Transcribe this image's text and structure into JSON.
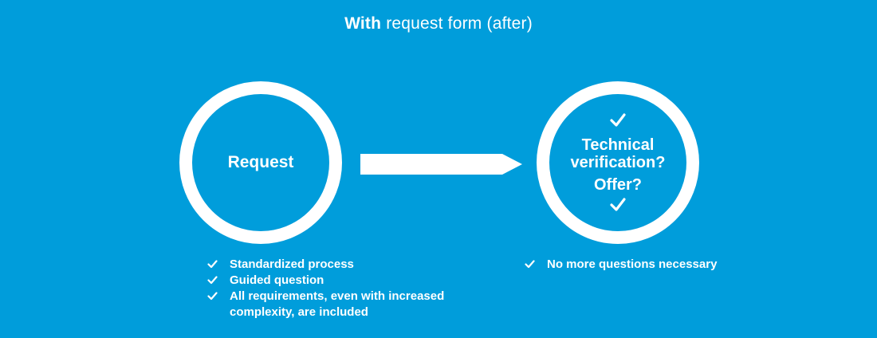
{
  "header": {
    "title_bold": "With",
    "title_rest": "request form (after)"
  },
  "left": {
    "circle_label": "Request",
    "items": [
      "Standardized process",
      "Guided question",
      "All requirements, even with increased complexity, are included"
    ]
  },
  "right": {
    "line1": "Technical",
    "line2": "verification?",
    "line3": "Offer?",
    "items": [
      "No more questions necessary"
    ]
  },
  "colors": {
    "background": "#009ddb",
    "foreground": "#ffffff"
  },
  "icons": {
    "check": "check-icon",
    "arrow": "arrow-right-icon"
  }
}
